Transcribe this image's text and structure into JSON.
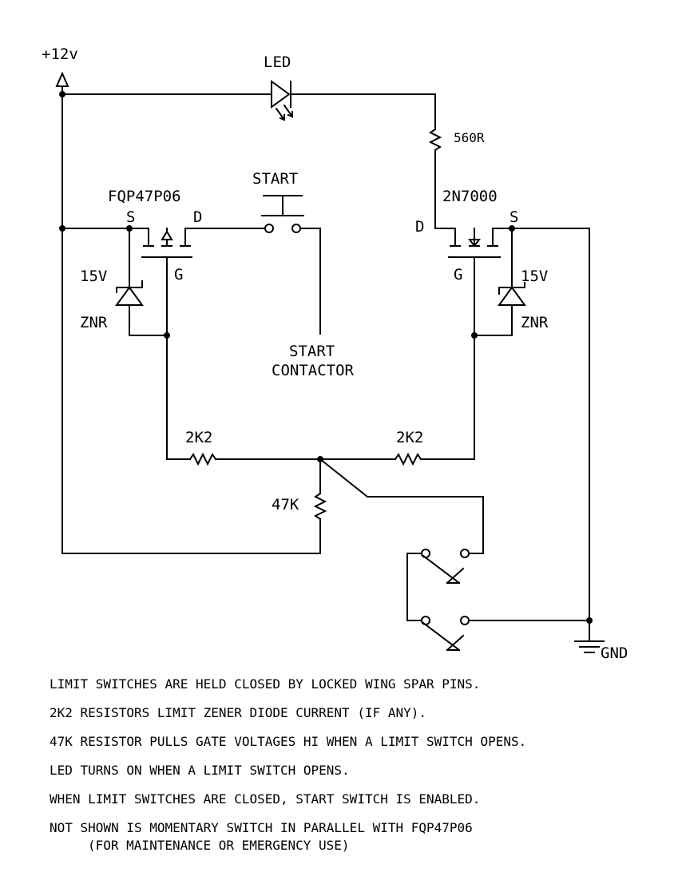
{
  "labels": {
    "supply": "+12v",
    "led": "LED",
    "r_led": "560R",
    "start": "START",
    "pfet": "FQP47P06",
    "nfet": "2N7000",
    "s": "S",
    "d": "D",
    "g": "G",
    "zener_v": "15V",
    "zener": "ZNR",
    "contactor_1": "START",
    "contactor_2": "CONTACTOR",
    "r_gate": "2K2",
    "r_pull": "47K",
    "gnd": "GND"
  },
  "notes": [
    {
      "text": "LIMIT SWITCHES ARE HELD CLOSED BY LOCKED WING SPAR PINS."
    },
    {
      "text": "2K2 RESISTORS LIMIT ZENER DIODE CURRENT (IF ANY)."
    },
    {
      "text": "47K RESISTOR PULLS GATE VOLTAGES HI WHEN A LIMIT SWITCH OPENS."
    },
    {
      "text": "LED TURNS ON WHEN A LIMIT SWITCH OPENS."
    },
    {
      "text": "WHEN LIMIT SWITCHES ARE CLOSED, START SWITCH IS ENABLED."
    },
    {
      "text": "NOT SHOWN IS MOMENTARY SWITCH IN PARALLEL WITH FQP47P06",
      "cont": "(FOR MAINTENANCE OR EMERGENCY USE)"
    }
  ]
}
